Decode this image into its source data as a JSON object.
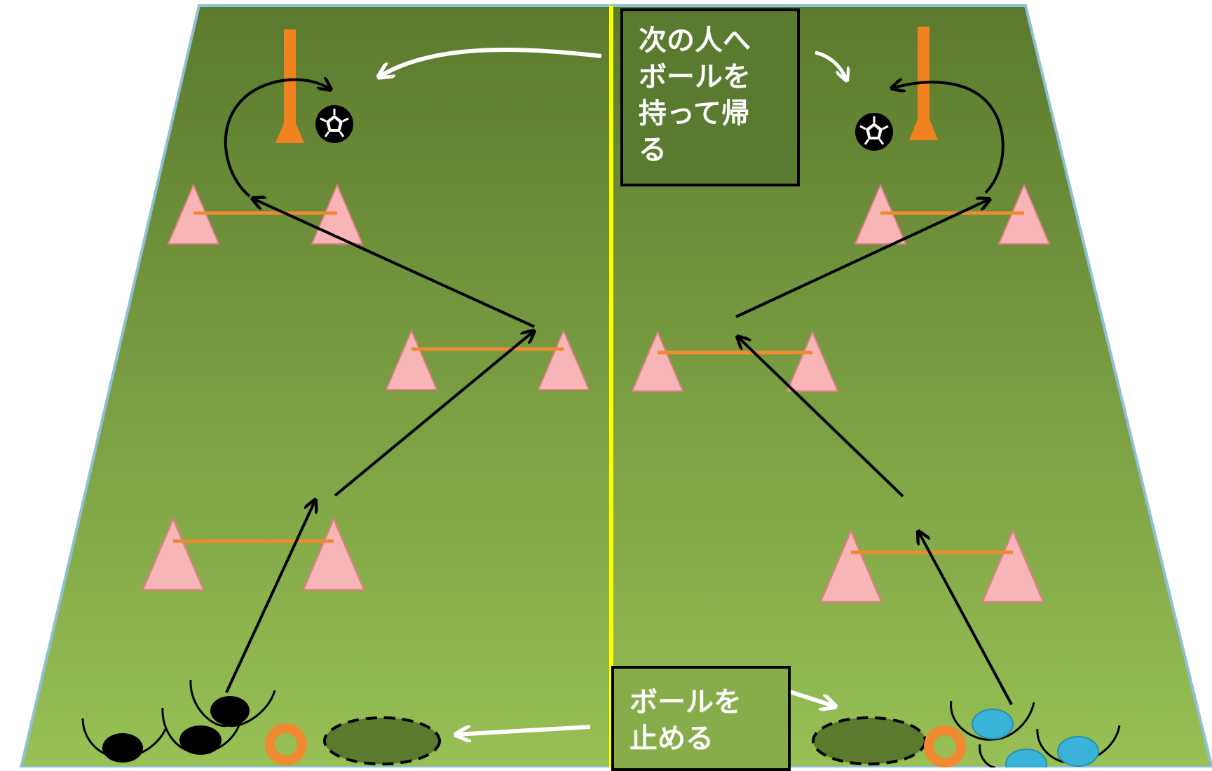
{
  "field": {
    "color_top": "#5b7a2e",
    "color_bottom": "#97c055",
    "border_color": "#8fc0d8",
    "center_line_color": "#ffff00"
  },
  "equipment": {
    "cone_color": "#f7b5b8",
    "bar_color": "#f08a32",
    "pole_color": "#f0831f",
    "left_team_color": "#000000",
    "right_team_color": "#3ab3d8"
  },
  "labels": {
    "return_note": [
      "次の人へ",
      "ボールを",
      "持って帰",
      "る"
    ],
    "stop_note": [
      "ボールを",
      "止める"
    ]
  }
}
